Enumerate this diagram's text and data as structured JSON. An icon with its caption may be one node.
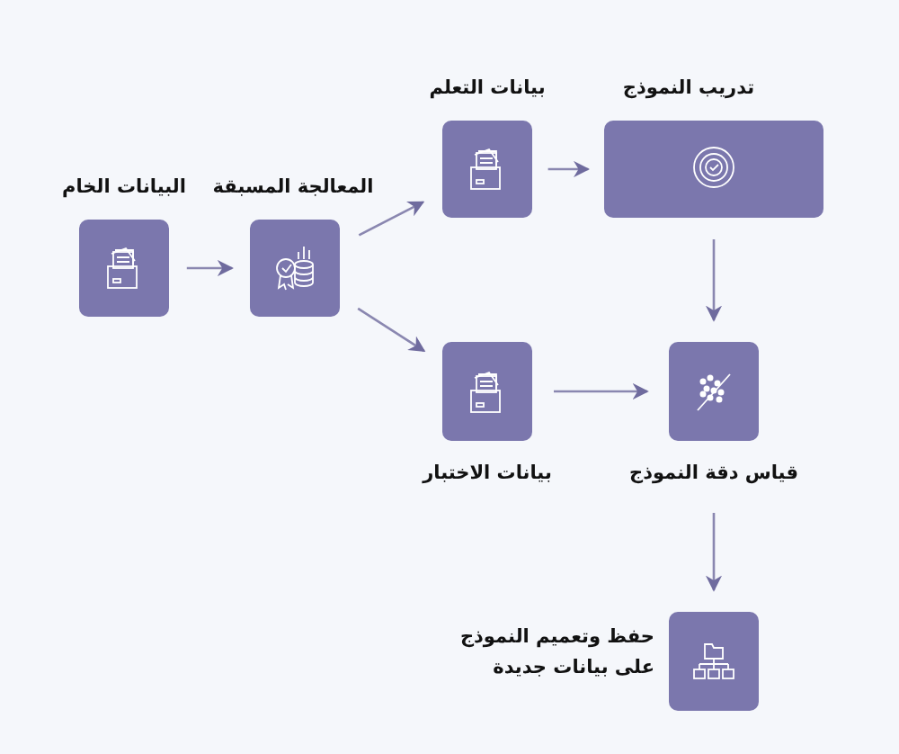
{
  "diagram": {
    "nodes": [
      {
        "text": [
          "البيانات الخام"
        ]
      },
      {
        "text": [
          "المعالجة المسبقة"
        ]
      },
      {
        "text": [
          "بيانات التعلم"
        ]
      },
      {
        "text": [
          "تدريب النموذج"
        ]
      },
      {
        "text": [
          "بيانات الاختبار"
        ]
      },
      {
        "text": [
          "قياس دقة النموذج"
        ]
      },
      {
        "text": [
          "حفظ وتعميم النموذج على بيانات جديدة"
        ]
      }
    ],
    "edges": [
      {
        "from": 0,
        "to": 1,
        "arrow": "to"
      },
      {
        "from": 1,
        "to": 2,
        "arrow": "to"
      },
      {
        "from": 1,
        "to": 4,
        "arrow": "to"
      },
      {
        "from": 2,
        "to": 3,
        "arrow": "to"
      },
      {
        "from": 3,
        "to": 5,
        "arrow": "to"
      },
      {
        "from": 4,
        "to": 5,
        "arrow": "to"
      },
      {
        "from": 5,
        "to": 6,
        "arrow": "to"
      }
    ]
  }
}
